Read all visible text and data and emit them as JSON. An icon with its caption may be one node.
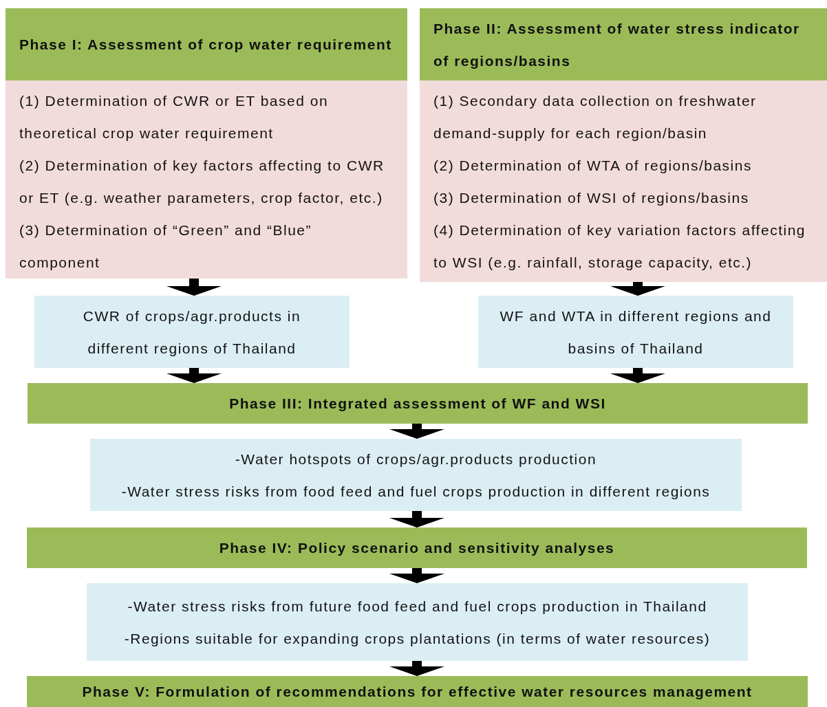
{
  "diagram": {
    "nodes": [
      {
        "text": [
          "Phase I: Assessment of crop water requirement"
        ]
      },
      {
        "text": [
          "(1) Determination of CWR or ET based on theoretical crop water requirement",
          "(2) Determination of key factors affecting to CWR or ET (e.g. weather parameters, crop factor, etc.)",
          "(3) Determination of “Green” and “Blue” component"
        ]
      },
      {
        "text": [
          "Phase II: Assessment of water stress indicator of regions/basins"
        ]
      },
      {
        "text": [
          "(1) Secondary data collection on freshwater demand-supply for each region/basin",
          "(2) Determination of WTA of regions/basins",
          "(3) Determination of WSI of regions/basins",
          "(4) Determination of key variation factors affecting to WSI (e.g. rainfall, storage capacity, etc.)"
        ]
      },
      {
        "text": [
          "CWR of crops/agr.products in different regions of Thailand"
        ]
      },
      {
        "text": [
          "WF and WTA in different regions and basins of Thailand"
        ]
      },
      {
        "text": [
          "Phase III: Integrated assessment of WF and WSI"
        ]
      },
      {
        "text": [
          "-Water hotspots of crops/agr.products production",
          "-Water stress risks from food feed and fuel crops production in different regions"
        ]
      },
      {
        "text": [
          "Phase IV: Policy scenario and sensitivity analyses"
        ]
      },
      {
        "text": [
          "-Water stress risks from future food feed and fuel crops production in Thailand",
          "-Regions suitable for expanding crops plantations (in terms of water resources)"
        ]
      },
      {
        "text": [
          "Phase V: Formulation of recommendations for effective water resources management"
        ]
      }
    ],
    "edges": [
      {
        "from": 1,
        "to": 4,
        "arrow": "to"
      },
      {
        "from": 3,
        "to": 5,
        "arrow": "to"
      },
      {
        "from": 4,
        "to": 6,
        "arrow": "to"
      },
      {
        "from": 5,
        "to": 6,
        "arrow": "to"
      },
      {
        "from": 6,
        "to": 7,
        "arrow": "to"
      },
      {
        "from": 7,
        "to": 8,
        "arrow": "to"
      },
      {
        "from": 8,
        "to": 9,
        "arrow": "to"
      },
      {
        "from": 9,
        "to": 10,
        "arrow": "to"
      }
    ]
  }
}
